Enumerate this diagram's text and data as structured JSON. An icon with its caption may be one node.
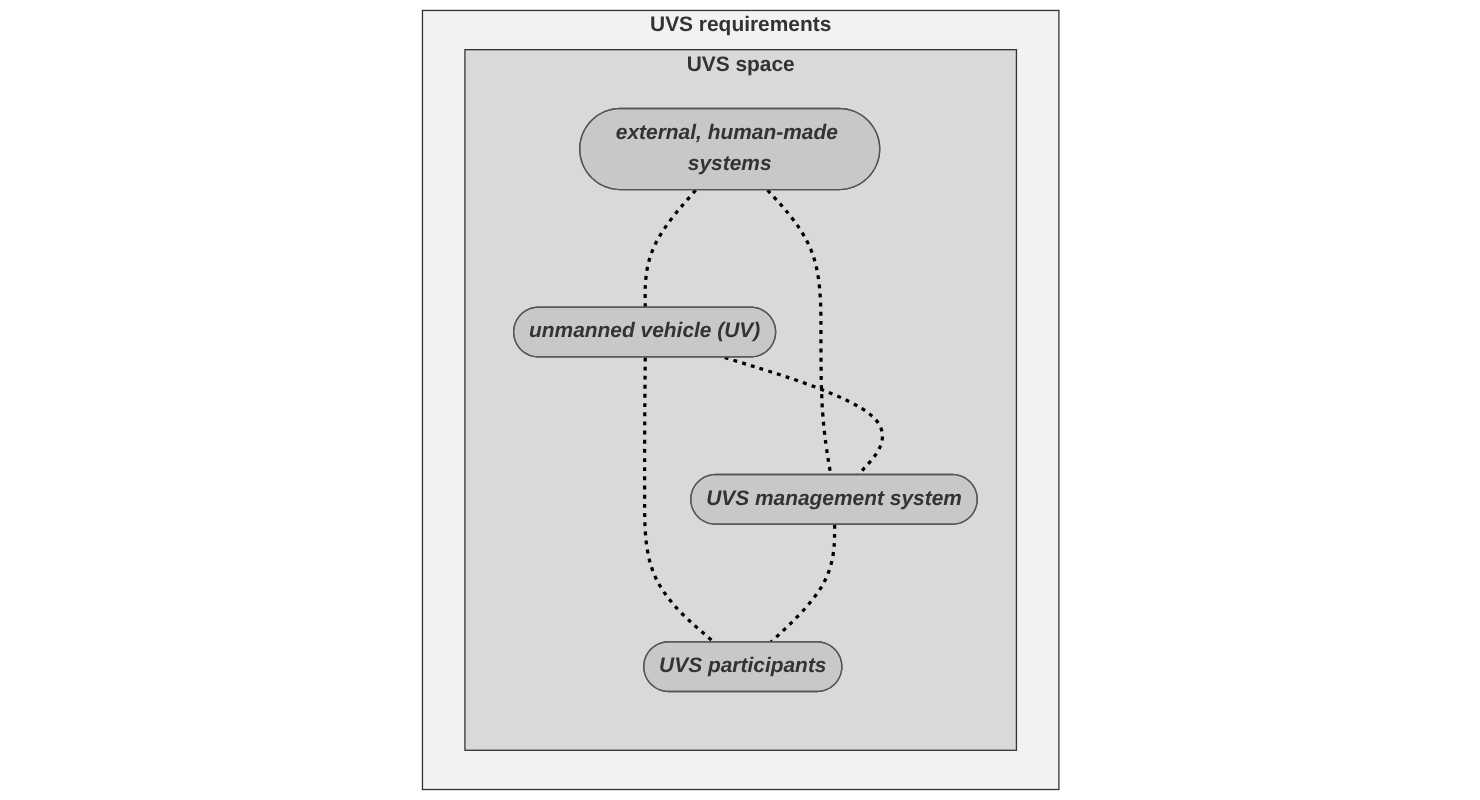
{
  "diagram": {
    "nodes": [
      {
        "text": [
          "UVS requirements"
        ]
      },
      {
        "text": [
          "UVS space"
        ],
        "in": 0
      },
      {
        "text": [
          "external, human-made systems"
        ],
        "in": 1
      },
      {
        "text": [
          "unmanned vehicle (UV)"
        ],
        "in": 1
      },
      {
        "text": [
          "UVS management system"
        ],
        "in": 1
      },
      {
        "text": [
          "UVS participants"
        ],
        "in": 1
      }
    ],
    "edges": [
      {
        "from": 2,
        "to": 3,
        "arrow": "none",
        "style": "dashed"
      },
      {
        "from": 2,
        "to": 4,
        "arrow": "none",
        "style": "dashed"
      },
      {
        "from": 3,
        "to": 4,
        "arrow": "none",
        "style": "dashed"
      },
      {
        "from": 3,
        "to": 5,
        "arrow": "none",
        "style": "dashed"
      },
      {
        "from": 4,
        "to": 5,
        "arrow": "none",
        "style": "dashed"
      }
    ]
  }
}
